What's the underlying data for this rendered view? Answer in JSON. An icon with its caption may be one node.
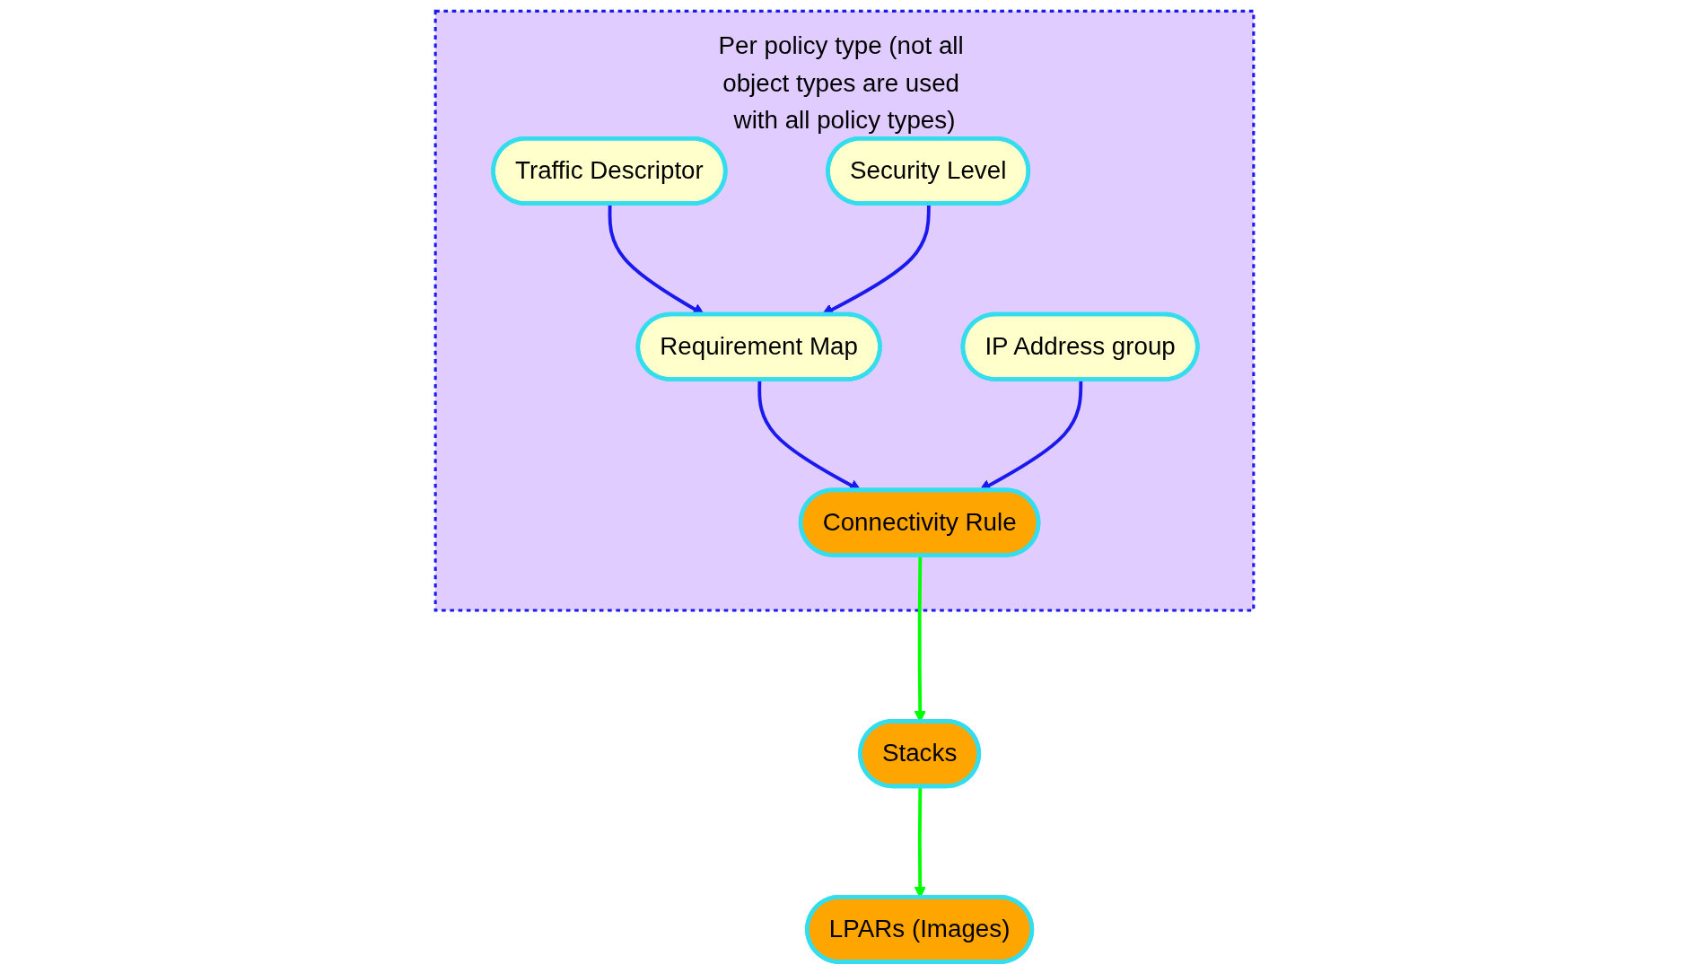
{
  "diagram": {
    "nodes": [
      {
        "text": [
          "Per policy type (not all object types are used with all policy types)"
        ]
      },
      {
        "text": [
          "Traffic Descriptor"
        ],
        "in": 0
      },
      {
        "text": [
          "Security Level"
        ],
        "in": 0
      },
      {
        "text": [
          "IP Address group"
        ],
        "in": 0
      },
      {
        "text": [
          "Requirement Map"
        ],
        "in": 0
      },
      {
        "text": [
          "Connectivity Rule"
        ],
        "in": 0
      },
      {
        "text": [
          "LPARs (Images)"
        ]
      },
      {
        "text": [
          "Stacks"
        ]
      }
    ],
    "edges": [
      {
        "from": 1,
        "to": 4,
        "arrow": "to"
      },
      {
        "from": 2,
        "to": 4,
        "arrow": "to"
      },
      {
        "from": 4,
        "to": 5,
        "arrow": "to"
      },
      {
        "from": 3,
        "to": 5,
        "arrow": "to"
      },
      {
        "from": 5,
        "to": 7,
        "arrow": "to",
        "color": "#00ff00"
      },
      {
        "from": 7,
        "to": 6,
        "arrow": "to",
        "color": "#00ff00"
      }
    ]
  }
}
